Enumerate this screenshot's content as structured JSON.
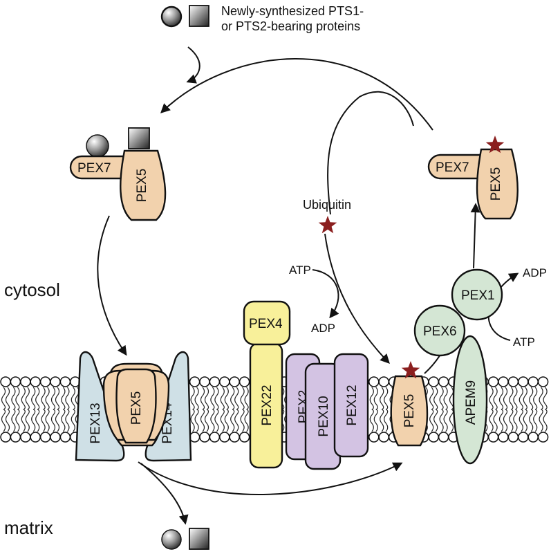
{
  "colors": {
    "pex5": "#f2d2ad",
    "pex7": "#f2d2ad",
    "pex13_14": "#cfe0e6",
    "pex4_22": "#f8f09a",
    "ring": "#d3c3e3",
    "aaa": "#d4e6d4",
    "star": "#8b1f1f"
  },
  "labels": {
    "cargo_line1": "Newly-synthesized PTS1-",
    "cargo_line2": "or PTS2-bearing proteins",
    "cytosol": "cytosol",
    "matrix": "matrix",
    "ubiquitin": "Ubiquitin",
    "atp_left": "ATP",
    "adp_left": "ADP",
    "adp_right": "ADP",
    "atp_right": "ATP"
  },
  "proteins": {
    "pex7_top": "PEX7",
    "pex5_top": "PEX5",
    "pex7_right": "PEX7",
    "pex5_right": "PEX5",
    "pex13": "PEX13",
    "pex5_mem": "PEX5",
    "pex14": "PEX14",
    "pex4": "PEX4",
    "pex22": "PEX22",
    "pex2": "PEX2",
    "pex10": "PEX10",
    "pex12": "PEX12",
    "pex5_ub": "PEX5",
    "pex6": "PEX6",
    "pex1": "PEX1",
    "apem9": "APEM9"
  }
}
